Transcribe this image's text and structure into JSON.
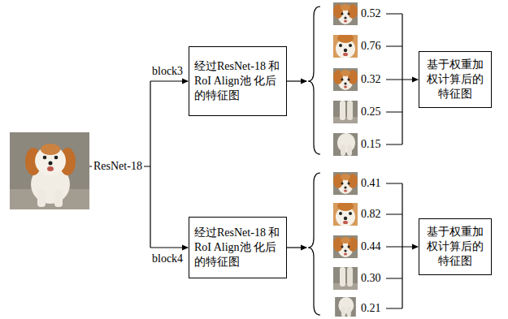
{
  "diagram": {
    "nodes": [
      {
        "text": [
          "经过ResNet-18 和RoI Align池 化后的特征图"
        ]
      },
      {
        "text": [
          "基于权重加 权计算后的 特征图"
        ]
      },
      {
        "text": [
          "经过ResNet-18 和RoI Align池 化后的特征图"
        ]
      },
      {
        "text": [
          "基于权重加 权计算后的 特征图"
        ]
      }
    ],
    "labels": [
      "ResNet-18",
      "block3",
      "block4",
      "0.52",
      "0.76",
      "0.32",
      "0.25",
      "0.15",
      "0.41",
      "0.82",
      "0.44",
      "0.30",
      "0.21"
    ]
  }
}
